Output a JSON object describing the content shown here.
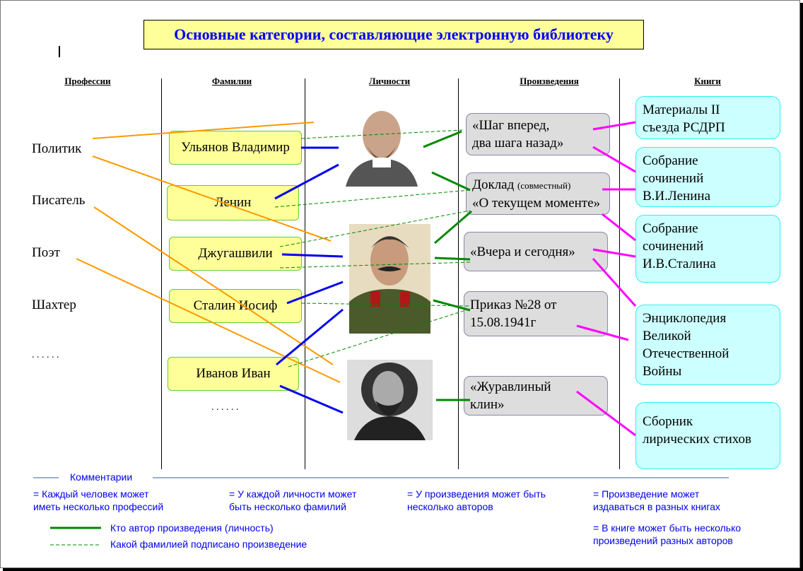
{
  "title": "Основные категории, составляющие электронную библиотеку",
  "headers": {
    "professions": "Профессии",
    "surnames": "Фамилии",
    "persons": "Личности",
    "works": "Произведения",
    "books": "Книги"
  },
  "professions": [
    "Политик",
    "Писатель",
    "Поэт",
    "Шахтер",
    ". . . . . ."
  ],
  "surnames": [
    "Ульянов Владимир",
    "Ленин",
    "Джугашвили",
    "Сталин Иосиф",
    "Иванов Иван"
  ],
  "surnames_more": ". . . . . .",
  "persons": [
    "lenin-portrait",
    "stalin-portrait",
    "writer-portrait"
  ],
  "works": [
    {
      "line1": "«Шаг вперед,",
      "line2": "два шага назад»"
    },
    {
      "line1": "Доклад",
      "note": "(совместный)",
      "line2": "«О текущем моменте»"
    },
    {
      "line1": "«Вчера и сегодня»"
    },
    {
      "line1": "Приказ №28 от",
      "line2": "15.08.1941г"
    },
    {
      "line1": "«Журавлиный",
      "line2": "клин»"
    }
  ],
  "books": [
    [
      "Материалы II",
      "съезда РСДРП"
    ],
    [
      "Собрание",
      "сочинений",
      "В.И.Ленина"
    ],
    [
      "Собрание",
      "сочинений",
      "И.В.Сталина"
    ],
    [
      "Энциклопедия",
      "Великой",
      "Отечественной",
      "Войны"
    ],
    [
      "Сборник",
      "лирических стихов"
    ]
  ],
  "comments": {
    "heading": "Комментарии",
    "notes": [
      [
        "= Каждый человек может",
        "иметь несколько профессий"
      ],
      [
        "= У каждой личности может",
        "быть несколько фамилий"
      ],
      [
        "= У произведения может быть",
        "несколько авторов"
      ],
      [
        "= Произведение может",
        "издаваться в разных книгах"
      ],
      [
        "= В книге может быть несколько",
        "произведений разных авторов"
      ]
    ],
    "legend_author": "Кто автор произведения (личность)",
    "legend_surname": "Какой фамилией подписано произведение"
  },
  "colors": {
    "profession_link": "#ff9900",
    "surname_link": "#0000ee",
    "author_link": "#008800",
    "book_link": "#ff00ff"
  }
}
